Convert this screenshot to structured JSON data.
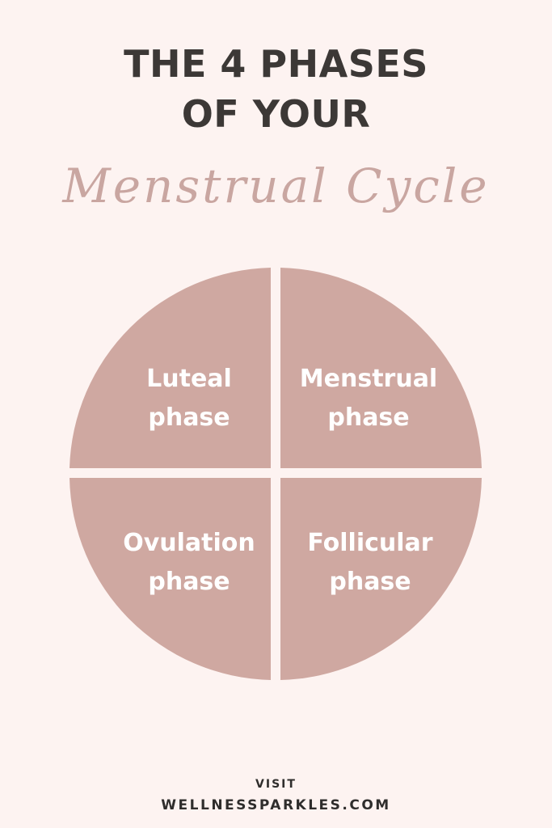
{
  "title": {
    "line1": "THE 4 PHASES",
    "line2": "OF YOUR",
    "script": "Menstrual Cycle"
  },
  "diagram": {
    "fill_color": "#cfa8a1",
    "label_color": "#ffffff",
    "quadrants": [
      {
        "position": "top-left",
        "line1": "Luteal",
        "line2": "phase"
      },
      {
        "position": "top-right",
        "line1": "Menstrual",
        "line2": "phase"
      },
      {
        "position": "bottom-left",
        "line1": "Ovulation",
        "line2": "phase"
      },
      {
        "position": "bottom-right",
        "line1": "Follicular",
        "line2": "phase"
      }
    ]
  },
  "footer": {
    "visit": "VISIT",
    "site": "WELLNESSPARKLES.COM"
  }
}
